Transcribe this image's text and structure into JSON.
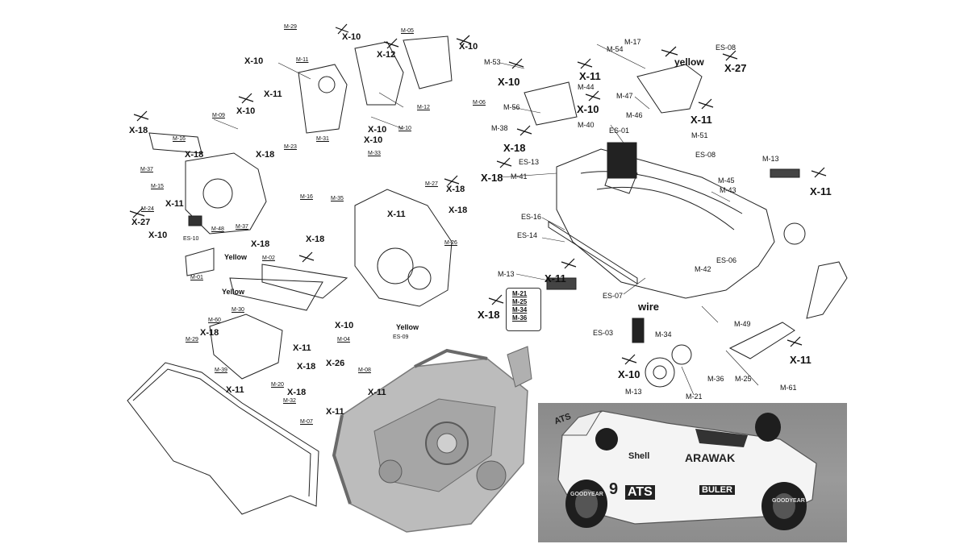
{
  "diagram": {
    "labels_small": [
      "M-29",
      "M-11",
      "M-05",
      "M-12",
      "M-06",
      "M-10",
      "M-31",
      "M-33",
      "M-23",
      "M-09",
      "M-16",
      "M-37",
      "M-15",
      "M-24",
      "M-48",
      "M-16",
      "M-35",
      "M-27",
      "M-26",
      "M-02",
      "M-01",
      "M-04",
      "M-30",
      "M-60",
      "M-29",
      "M-39",
      "M-20",
      "M-32",
      "M-08",
      "M-07",
      "M-37"
    ],
    "labels_medium": [
      "M-54",
      "M-17",
      "M-53",
      "M-44",
      "M-56",
      "M-47",
      "M-46",
      "M-51",
      "M-38",
      "ES-01",
      "M-40",
      "ES-13",
      "M-41",
      "ES-08",
      "ES-08",
      "M-13",
      "M-45",
      "M-43",
      "ES-16",
      "ES-14",
      "ES-06",
      "M-42",
      "M-13",
      "ES-07",
      "M-49",
      "ES-03",
      "M-34",
      "M-36",
      "M-25",
      "M-13",
      "M-21",
      "M-61",
      "ES-10",
      "ES-09"
    ],
    "labels_x": [
      "X-10",
      "X-10",
      "X-12",
      "X-10",
      "X-11",
      "X-10",
      "X-18",
      "X-18",
      "X-10",
      "X-10",
      "X-18",
      "X-11",
      "X-27",
      "X-10",
      "X-18",
      "X-18",
      "X-18",
      "X-11",
      "X-18",
      "X-10",
      "X-18",
      "X-11",
      "X-26",
      "X-18",
      "X-11",
      "X-11",
      "X-11",
      "X-18"
    ],
    "labels_x_large": [
      "X-11",
      "X-10",
      "X-27",
      "X-10",
      "X-11",
      "X-18",
      "X-18",
      "X-11",
      "X-11",
      "X-18",
      "X-10",
      "X-11"
    ],
    "label_yellow_small": [
      "Yellow",
      "Yellow",
      "Yellow"
    ],
    "label_yellow_large": "yellow",
    "label_wire": "wire",
    "boxed_parts": [
      "M-21",
      "M-25",
      "M-34",
      "M-36"
    ]
  },
  "photo": {
    "car_texts": [
      "ATS",
      "Shell",
      "ARAWAK",
      "9",
      "ATS",
      "BULER",
      "GOODYEAR",
      "GOODYEAR"
    ]
  }
}
